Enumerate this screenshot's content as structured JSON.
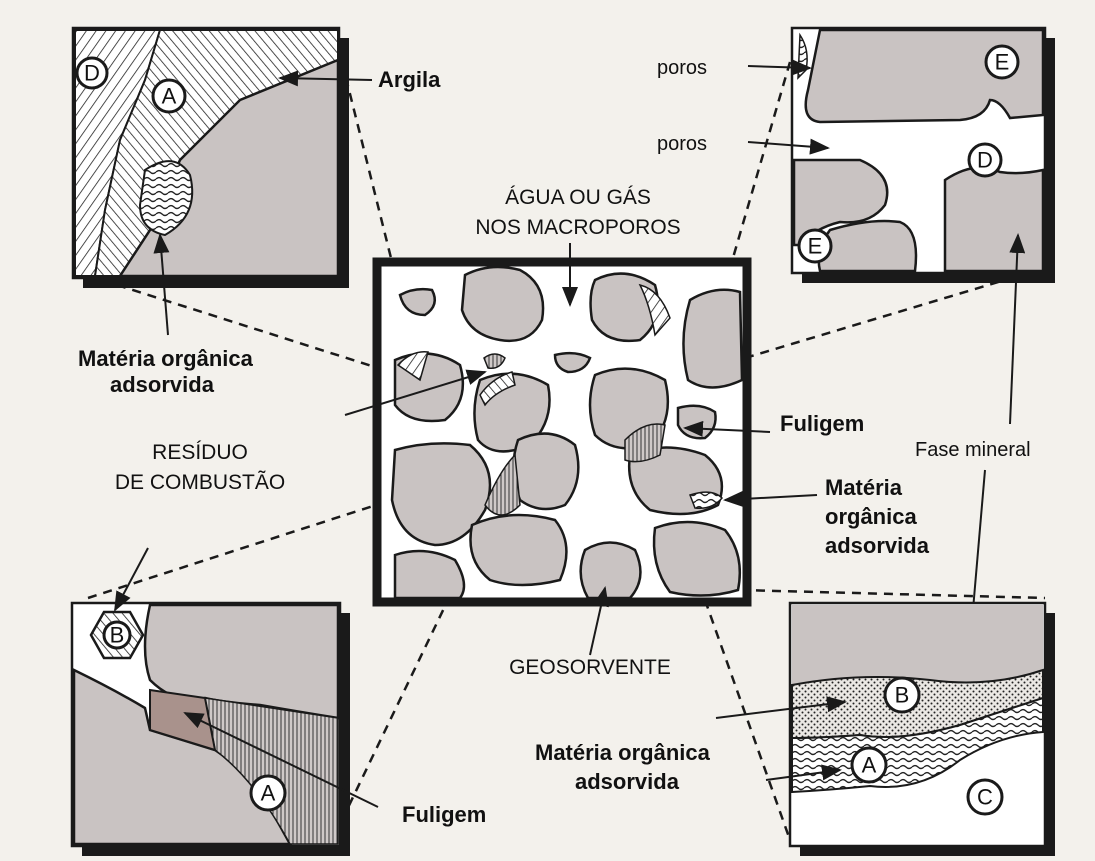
{
  "labels": {
    "argila": "Argila",
    "poros_1": "poros",
    "poros_2": "poros",
    "agua_1": "ÁGUA OU GÁS",
    "agua_2": "NOS MACROPOROS",
    "materia_1_line1": "Matéria orgânica",
    "materia_1_line2": "adsorvida",
    "residuo_1": "RESÍDUO",
    "residuo_2": "DE COMBUSTÃO",
    "fuligem_center": "Fuligem",
    "fase_mineral": "Fase mineral",
    "materia_2_line1": "Matéria",
    "materia_2_line2": "orgânica",
    "materia_2_line3": "adsorvida",
    "geosorvente": "GEOSORVENTE",
    "materia_3_line1": "Matéria orgânica",
    "materia_3_line2": "adsorvida",
    "fuligem_bottom": "Fuligem"
  },
  "markers": {
    "tl_D": "D",
    "tl_A": "A",
    "tr_E1": "E",
    "tr_D": "D",
    "tr_E2": "E",
    "bl_B": "B",
    "bl_A": "A",
    "br_B": "B",
    "br_A": "A",
    "br_C": "C"
  }
}
